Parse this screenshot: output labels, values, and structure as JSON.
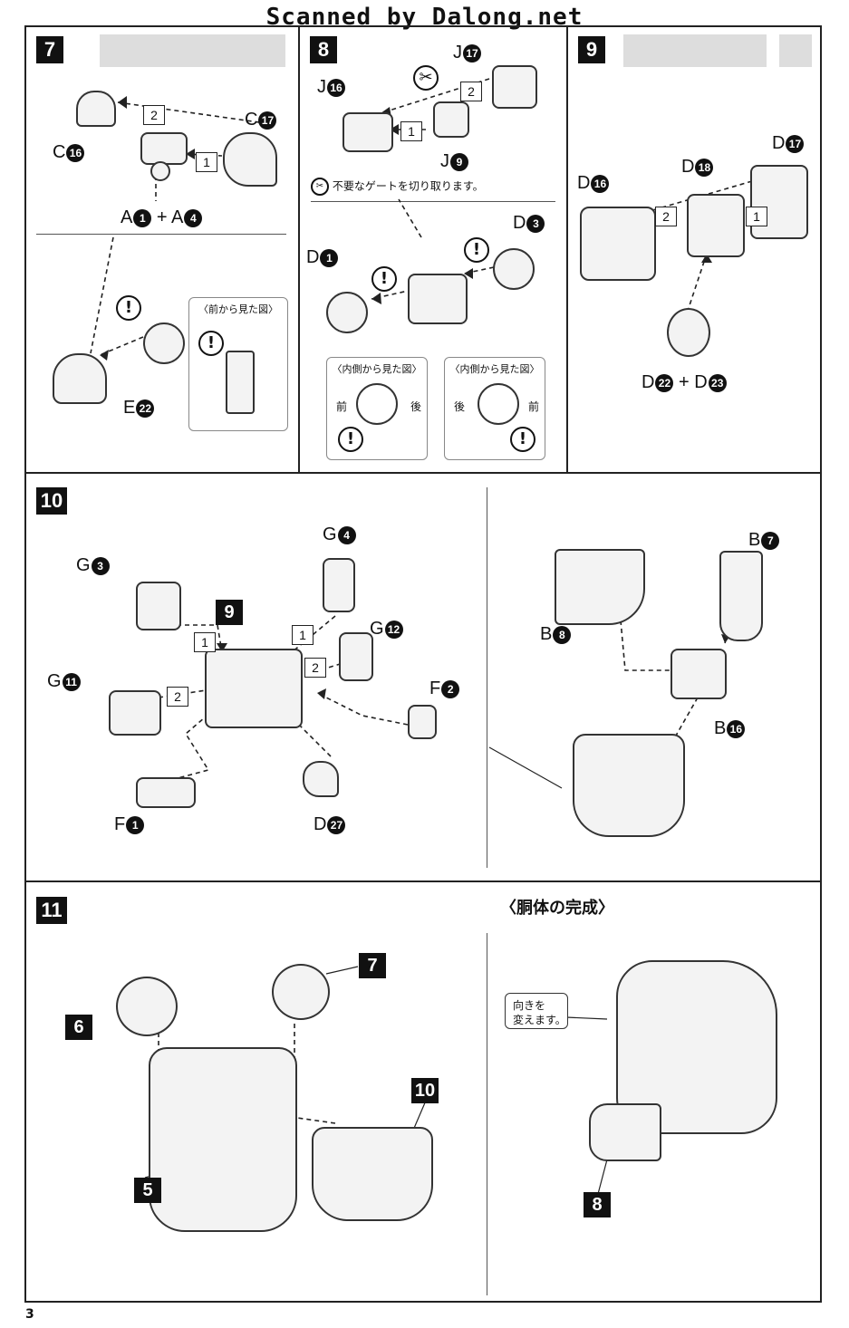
{
  "header": {
    "scan_credit": "Scanned by Dalong.net"
  },
  "page_number": "3",
  "step7": {
    "number": "7",
    "labels": {
      "c16": "C",
      "c16n": "16",
      "c17": "C",
      "c17n": "17",
      "a1": "A",
      "a1n": "1",
      "plus": "+",
      "a4": "A",
      "a4n": "4",
      "e22": "E",
      "e22n": "22"
    },
    "seq": [
      "2",
      "1"
    ],
    "view_box_title": "〈前から見た図〉",
    "caution": "!"
  },
  "step8": {
    "number": "8",
    "labels": {
      "j17": "J",
      "j17n": "17",
      "j16": "J",
      "j16n": "16",
      "j9": "J",
      "j9n": "9",
      "d1": "D",
      "d1n": "1",
      "d3": "D",
      "d3n": "3"
    },
    "seq": [
      "2",
      "1"
    ],
    "gate_note": "不要なゲートを切り取ります。",
    "inner_view_left": {
      "title": "〈内側から見た図〉",
      "left": "前",
      "right": "後"
    },
    "inner_view_right": {
      "title": "〈内側から見た図〉",
      "left": "後",
      "right": "前"
    },
    "caution": "!"
  },
  "step9": {
    "number": "9",
    "labels": {
      "d16": "D",
      "d16n": "16",
      "d18": "D",
      "d18n": "18",
      "d17": "D",
      "d17n": "17",
      "d22": "D",
      "d22n": "22",
      "plus": "+",
      "d23": "D",
      "d23n": "23"
    },
    "seq": [
      "2",
      "1"
    ]
  },
  "step10": {
    "number": "10",
    "sub_ref": "9",
    "labels": {
      "g3": "G",
      "g3n": "3",
      "g4": "G",
      "g4n": "4",
      "g12": "G",
      "g12n": "12",
      "g11": "G",
      "g11n": "11",
      "f2": "F",
      "f2n": "2",
      "f1": "F",
      "f1n": "1",
      "d27": "D",
      "d27n": "27",
      "b7": "B",
      "b7n": "7",
      "b8": "B",
      "b8n": "8",
      "b16": "B",
      "b16n": "16"
    },
    "seq": [
      "1",
      "1",
      "2",
      "2"
    ]
  },
  "step11": {
    "number": "11",
    "refs": {
      "r6": "6",
      "r7": "7",
      "r10": "10",
      "r5": "5",
      "r8": "8"
    },
    "completion_title": "〈胴体の完成〉",
    "rotate_note_line1": "向きを",
    "rotate_note_line2": "変えます。"
  }
}
